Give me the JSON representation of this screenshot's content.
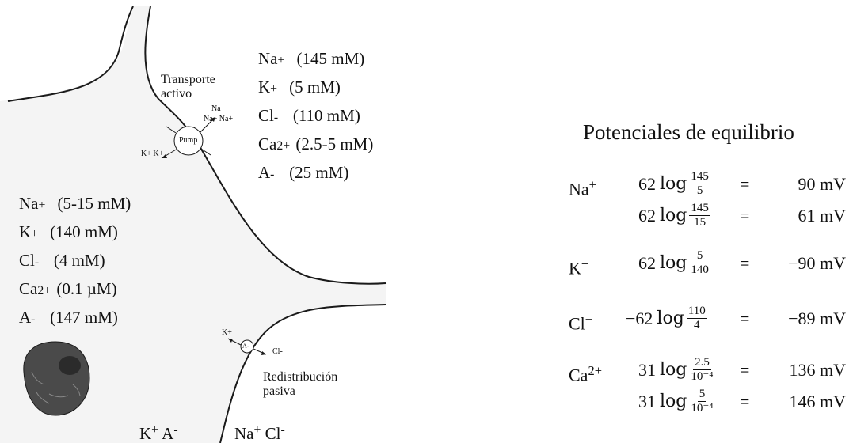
{
  "labels": {
    "transport_active": [
      "Transporte",
      "activo"
    ],
    "pump": "Pump",
    "pump_na_top": "Na+",
    "pump_na_bottom": "Na+ Na+",
    "pump_k": "K+ K+",
    "channel_anion": "A-",
    "channel_k": "K+",
    "channel_cl": "Cl-",
    "redistribution": [
      "Redistribución",
      "pasiva"
    ]
  },
  "extracellular": [
    {
      "ion": "Na",
      "charge": "+",
      "conc": "(145 mM)"
    },
    {
      "ion": "K",
      "charge": "+",
      "conc": "(5 mM)"
    },
    {
      "ion": "Cl",
      "charge": "-",
      "conc": "(110 mM)"
    },
    {
      "ion": "Ca",
      "charge": "2+",
      "conc": "(2.5-5 mM)"
    },
    {
      "ion": "A",
      "charge": "-",
      "conc": "(25 mM)"
    }
  ],
  "intracellular": [
    {
      "ion": "Na",
      "charge": "+",
      "conc": "(5-15 mM)"
    },
    {
      "ion": "K",
      "charge": "+",
      "conc": "(140 mM)"
    },
    {
      "ion": "Cl",
      "charge": "-",
      "conc": "(4 mM)"
    },
    {
      "ion": "Ca",
      "charge": "2+",
      "conc": "(0.1 µM)"
    },
    {
      "ion": "A",
      "charge": "-",
      "conc": "(147 mM)"
    }
  ],
  "bottom_labels": {
    "left_k": "K",
    "left_k_charge": "+",
    "left_a": "A",
    "left_a_charge": "-",
    "right_na": "Na",
    "right_na_charge": "+",
    "right_cl": "Cl",
    "right_cl_charge": "-"
  },
  "equilibrium": {
    "title": "Potenciales de equilibrio",
    "ions": [
      {
        "ion": "Na",
        "charge": "+",
        "rows": [
          {
            "coef": "62",
            "num": "145",
            "den": "5",
            "result": "90 mV"
          },
          {
            "coef": "62",
            "num": "145",
            "den": "15",
            "result": "61 mV"
          }
        ]
      },
      {
        "ion": "K",
        "charge": "+",
        "rows": [
          {
            "coef": "62",
            "num": "5",
            "den": "140",
            "result": "−90 mV"
          }
        ]
      },
      {
        "ion": "Cl",
        "charge": "−",
        "rows": [
          {
            "coef": "−62",
            "num": "110",
            "den": "4",
            "result": "−89 mV"
          }
        ]
      },
      {
        "ion": "Ca",
        "charge": "2+",
        "rows": [
          {
            "coef": "31",
            "num": "2.5",
            "den": "10⁻⁴",
            "result": "136 mV"
          },
          {
            "coef": "31",
            "num": "5",
            "den": "10⁻⁴",
            "result": "146 mV"
          }
        ]
      }
    ]
  },
  "colors": {
    "cell_fill": "#f4f4f4",
    "membrane": "#1a1a1a",
    "nucleus": "#4a4a4a",
    "nucleolus": "#2b2b2b"
  }
}
